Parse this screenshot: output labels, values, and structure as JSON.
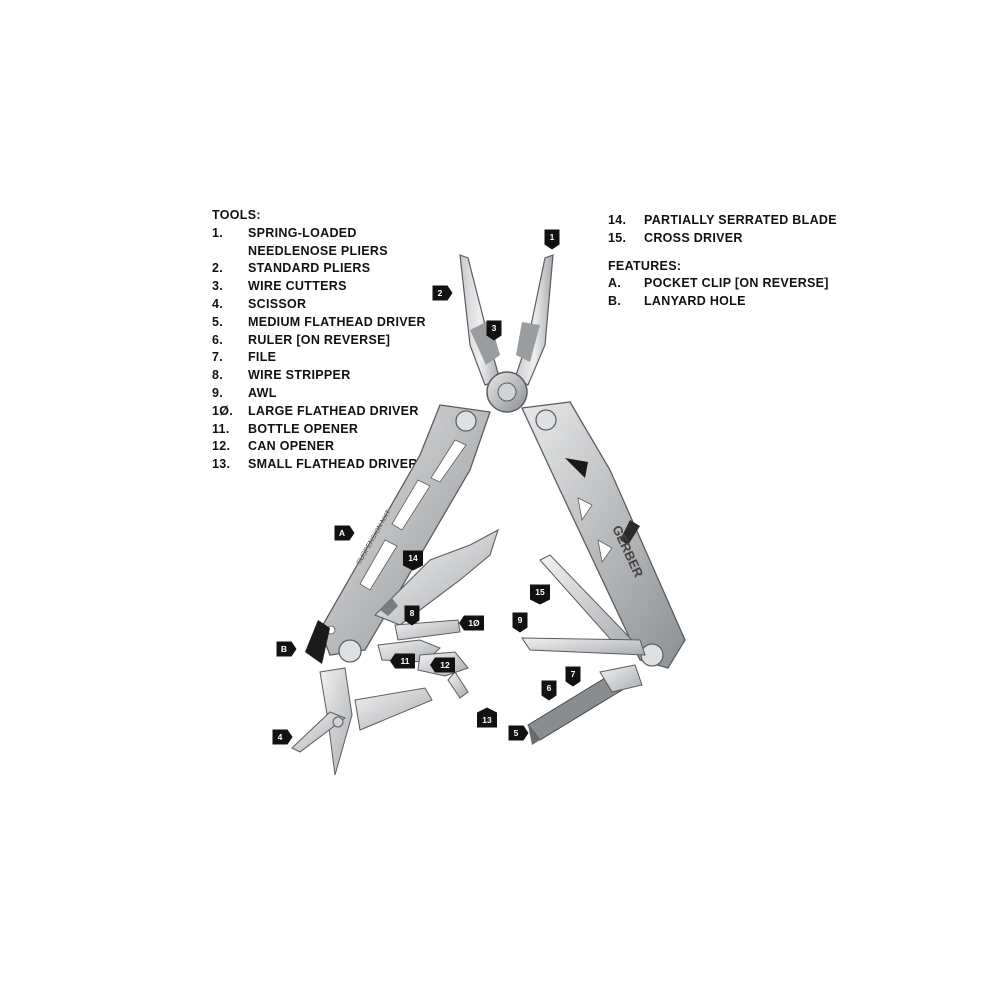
{
  "tools_title": "TOOLS:",
  "tools": [
    {
      "num": "1.",
      "label": "SPRING-LOADED NEEDLENOSE PLIERS"
    },
    {
      "num": "2.",
      "label": "STANDARD PLIERS"
    },
    {
      "num": "3.",
      "label": "WIRE CUTTERS"
    },
    {
      "num": "4.",
      "label": "SCISSOR"
    },
    {
      "num": "5.",
      "label": "MEDIUM FLATHEAD DRIVER"
    },
    {
      "num": "6.",
      "label": "RULER [ON REVERSE]"
    },
    {
      "num": "7.",
      "label": "FILE"
    },
    {
      "num": "8.",
      "label": "WIRE STRIPPER"
    },
    {
      "num": "9.",
      "label": "AWL"
    },
    {
      "num": "1Ø.",
      "label": "LARGE FLATHEAD DRIVER"
    },
    {
      "num": "11.",
      "label": "BOTTLE OPENER"
    },
    {
      "num": "12.",
      "label": "CAN OPENER"
    },
    {
      "num": "13.",
      "label": "SMALL FLATHEAD DRIVER"
    },
    {
      "num": "14.",
      "label": "PARTIALLY SERRATED BLADE"
    },
    {
      "num": "15.",
      "label": "CROSS DRIVER"
    }
  ],
  "features_title": "FEATURES:",
  "features": [
    {
      "num": "A.",
      "label": "POCKET CLIP [ON REVERSE]"
    },
    {
      "num": "B.",
      "label": "LANYARD HOLE"
    }
  ],
  "callouts": [
    "1",
    "2",
    "3",
    "4",
    "5",
    "6",
    "7",
    "8",
    "9",
    "1Ø",
    "11",
    "12",
    "13",
    "14",
    "15",
    "A",
    "B"
  ],
  "engravings": {
    "brand": "GERBER",
    "model": "SUSPENSION NXT"
  },
  "colors": {
    "steel_light": "#d9dadb",
    "steel_mid": "#b4b6b8",
    "steel_dark": "#7d8083",
    "outline": "#5a5d60",
    "callout_fill": "#111111"
  }
}
